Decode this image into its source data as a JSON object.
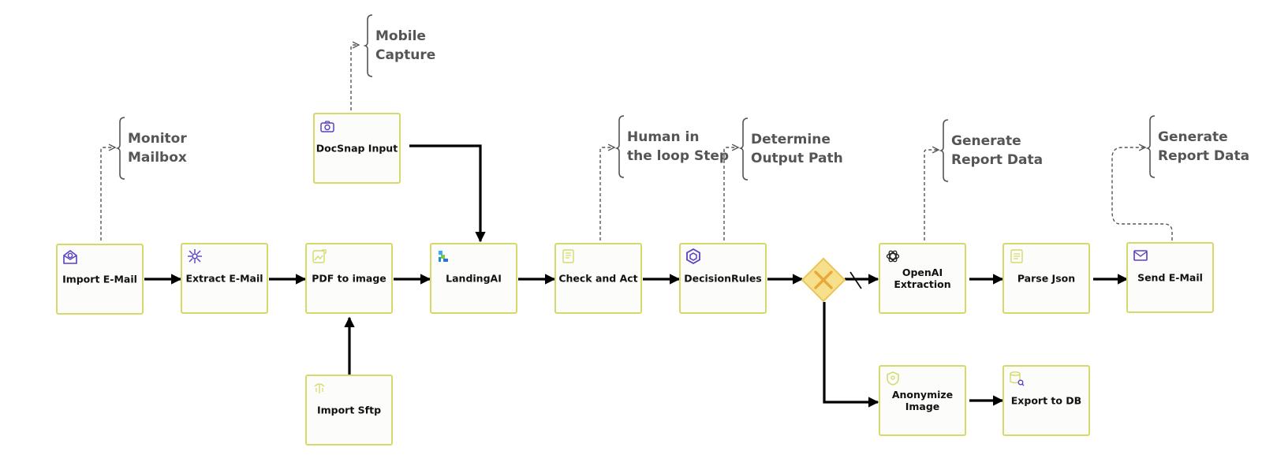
{
  "nodes": {
    "import_email": {
      "label": "Import E-Mail",
      "icon": "email-at-icon"
    },
    "extract_email": {
      "label": "Extract E-Mail",
      "icon": "network-icon"
    },
    "pdf_to_image": {
      "label": "PDF to image",
      "icon": "image-convert-icon"
    },
    "landingai": {
      "label": "LandingAI",
      "icon": "landingai-logo-icon"
    },
    "check_and_act": {
      "label": "Check and Act",
      "icon": "document-check-icon"
    },
    "decision_rules": {
      "label": "DecisionRules",
      "icon": "hexagon-icon"
    },
    "openai_extraction": {
      "label": "OpenAI Extraction",
      "icon": "openai-logo-icon"
    },
    "parse_json": {
      "label": "Parse Json",
      "icon": "json-icon"
    },
    "send_email": {
      "label": "Send E-Mail",
      "icon": "envelope-icon"
    },
    "docsnap_input": {
      "label": "DocSnap Input",
      "icon": "camera-icon"
    },
    "import_sftp": {
      "label": "Import Sftp",
      "icon": "sftp-icon"
    },
    "anonymize_image": {
      "label": "Anonymize Image",
      "icon": "shield-icon"
    },
    "export_to_db": {
      "label": "Export to DB",
      "icon": "database-search-icon"
    }
  },
  "annotations": {
    "monitor_mailbox": [
      "Monitor",
      "Mailbox"
    ],
    "mobile_capture": [
      "Mobile",
      "Capture"
    ],
    "human_in_loop": [
      "Human in",
      "the loop Step"
    ],
    "determine_output": [
      "Determine",
      "Output Path"
    ],
    "generate_report_1": [
      "Generate",
      "Report Data"
    ],
    "generate_report_2": [
      "Generate",
      "Report Data"
    ]
  },
  "colors": {
    "node_border": "#d6d96a",
    "node_fill": "#fcfcfa",
    "gateway_fill": "#f7e08c",
    "gateway_border": "#e8c65a",
    "gateway_x": "#e8a83a",
    "icon_purple": "#5b3fc4",
    "arrow": "#000000",
    "annotation_text": "#555555"
  }
}
